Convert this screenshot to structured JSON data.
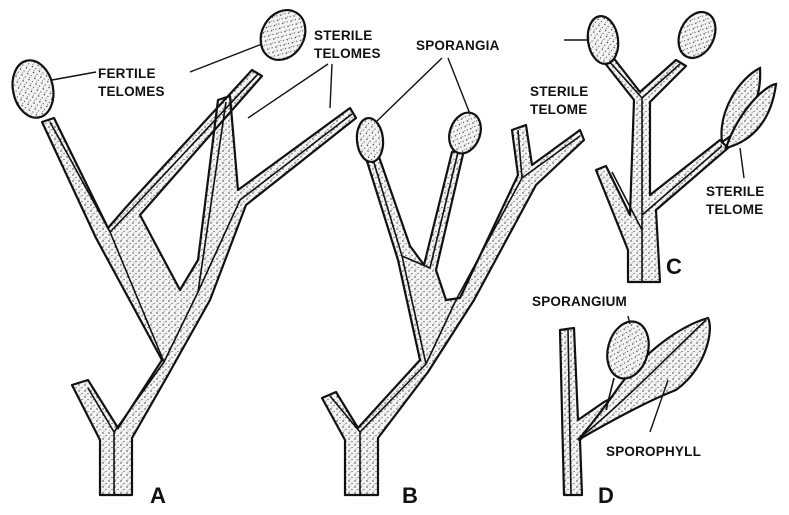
{
  "figure": {
    "panels": [
      {
        "letter": "A",
        "labels": {
          "fertile": [
            "FERTILE",
            "TELOMES"
          ],
          "sterile": [
            "STERILE",
            "TELOMES"
          ]
        }
      },
      {
        "letter": "B",
        "labels": {
          "sporangia": "SPORANGIA",
          "sterile": [
            "STERILE",
            "TELOME"
          ]
        }
      },
      {
        "letter": "C",
        "labels": {
          "sterile": [
            "STERILE",
            "TELOME"
          ]
        }
      },
      {
        "letter": "D",
        "labels": {
          "sporangium": "SPORANGIUM",
          "sporophyll": "SPOROPHYLL"
        }
      }
    ]
  }
}
